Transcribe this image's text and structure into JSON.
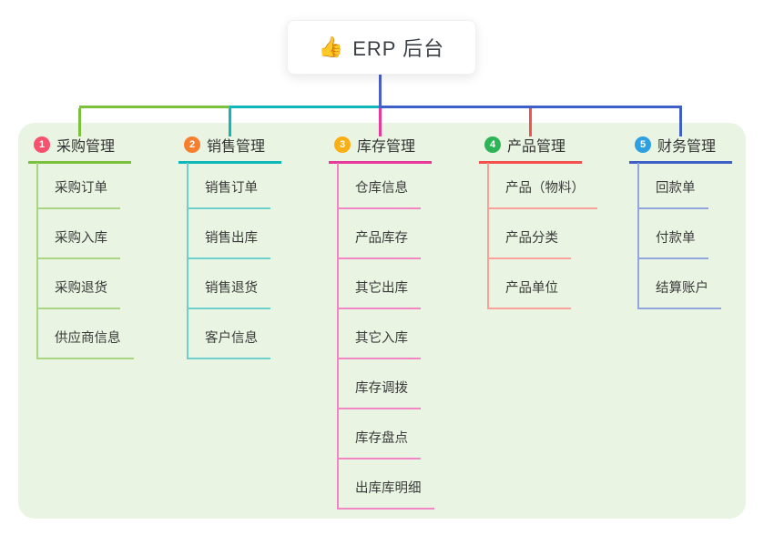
{
  "root": {
    "icon": "👍",
    "title": "ERP 后台"
  },
  "colors": {
    "root_connector": "#4a5fc8",
    "panel_bg": "#e9f5e2",
    "canvas_bg": "#ffffff",
    "text": "#333333"
  },
  "branches": [
    {
      "num": "1",
      "label": "采购管理",
      "badge_color": "#f8516d",
      "line_color": "#7cc13e",
      "child_line_color": "#a9d685",
      "children": [
        "采购订单",
        "采购入库",
        "采购退货",
        "供应商信息"
      ]
    },
    {
      "num": "2",
      "label": "销售管理",
      "badge_color": "#f67e2f",
      "line_color": "#0fb8b8",
      "child_line_color": "#6fd0cb",
      "children": [
        "销售订单",
        "销售出库",
        "销售退货",
        "客户信息"
      ]
    },
    {
      "num": "3",
      "label": "库存管理",
      "badge_color": "#fbaf14",
      "line_color": "#e8399b",
      "child_line_color": "#f285c3",
      "children": [
        "仓库信息",
        "产品库存",
        "其它出库",
        "其它入库",
        "库存调拨",
        "库存盘点",
        "出库库明细"
      ]
    },
    {
      "num": "4",
      "label": "产品管理",
      "badge_color": "#2db456",
      "line_color": "#f5504d",
      "child_line_color": "#f9a29c",
      "children": [
        "产品（物料）",
        "产品分类",
        "产品单位"
      ]
    },
    {
      "num": "5",
      "label": "财务管理",
      "badge_color": "#2da0e1",
      "line_color": "#3e5fc7",
      "child_line_color": "#90a6dd",
      "children": [
        "回款单",
        "付款单",
        "结算账户"
      ]
    }
  ]
}
